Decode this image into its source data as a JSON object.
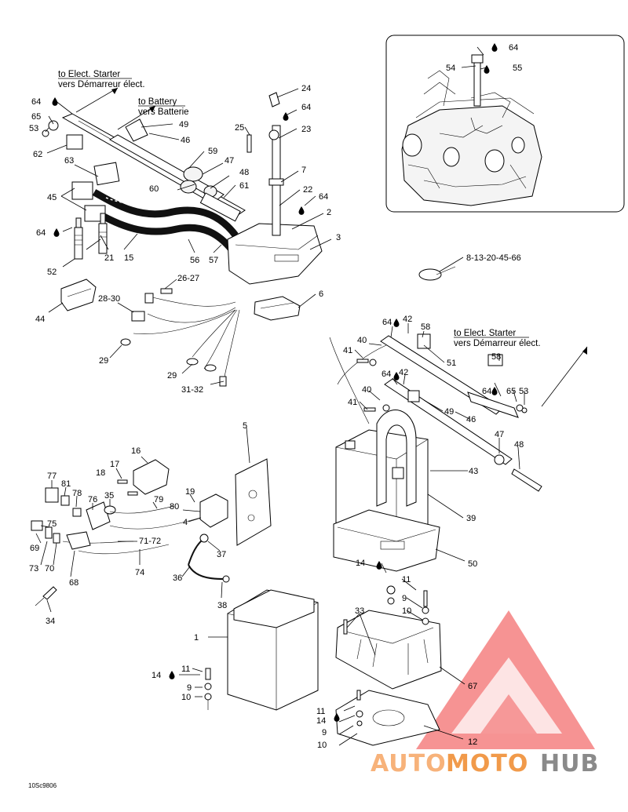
{
  "labels": {
    "l64a": "64",
    "l65a": "65",
    "l53a": "53",
    "l62": "62",
    "l63": "63",
    "l45": "45",
    "l64b": "64",
    "l52": "52",
    "l21": "21",
    "l15": "15",
    "l56": "56",
    "l57": "57",
    "l49a": "49",
    "l46a": "46",
    "l59": "59",
    "l47a": "47",
    "l48a": "48",
    "l60": "60",
    "l61": "61",
    "l25": "25",
    "l24": "24",
    "l64c": "64",
    "l23": "23",
    "l7": "7",
    "l22": "22",
    "l64d": "64",
    "l2": "2",
    "l3": "3",
    "l64e": "64",
    "l54": "54",
    "l55": "55",
    "l8set": "8-13-20-45-66",
    "l2627": "26-27",
    "l2830": "28-30",
    "l44": "44",
    "l6": "6",
    "l29a": "29",
    "l29b": "29",
    "l3132": "31-32",
    "l64f": "64",
    "l42a": "42",
    "l58a": "58",
    "l40a": "40",
    "l41a": "41",
    "l51": "51",
    "l58b": "58",
    "l64g": "64",
    "l42b": "42",
    "l64h": "64",
    "l65b": "65",
    "l53b": "53",
    "l40b": "40",
    "l41b": "41",
    "l49b": "49",
    "l46b": "46",
    "l47b": "47",
    "l48b": "48",
    "l43": "43",
    "l5": "5",
    "l16": "16",
    "l17": "17",
    "l18": "18",
    "l77": "77",
    "l81": "81",
    "l78": "78",
    "l76": "76",
    "l35": "35",
    "l79": "79",
    "l19": "19",
    "l80": "80",
    "l4": "4",
    "l75": "75",
    "l69": "69",
    "l73": "73",
    "l70": "70",
    "l7172": "71-72",
    "l74": "74",
    "l68": "68",
    "l37": "37",
    "l36": "36",
    "l38": "38",
    "l34": "34",
    "l39": "39",
    "l50": "50",
    "l14a": "14",
    "l11a": "11",
    "l9a": "9",
    "l10a": "10",
    "l33": "33",
    "l1": "1",
    "l14b": "14",
    "l11b": "11",
    "l9b": "9",
    "l10b": "10",
    "l67": "67",
    "l11c": "11",
    "l14c": "14",
    "l9c": "9",
    "l10c": "10",
    "l12": "12"
  },
  "captions": {
    "to_starter_1": "to Elect. Starter",
    "vers_starter_1": "vers Démarreur élect.",
    "to_battery": "to Battery",
    "vers_battery": "vers Batterie",
    "to_starter_2": "to Elect. Starter",
    "vers_starter_2": "vers Démarreur élect."
  },
  "drawing_code": "10Sc9806",
  "watermark": {
    "text_auto": "AUTO",
    "text_moto": "MOTO",
    "text_hub": "HUB",
    "color_auto": "#f7b27a",
    "color_moto": "#f19a4a",
    "color_hub": "#8a8a8a",
    "triangle_color": "#ee3b3b"
  },
  "icon_names": [
    "drop-icon"
  ]
}
